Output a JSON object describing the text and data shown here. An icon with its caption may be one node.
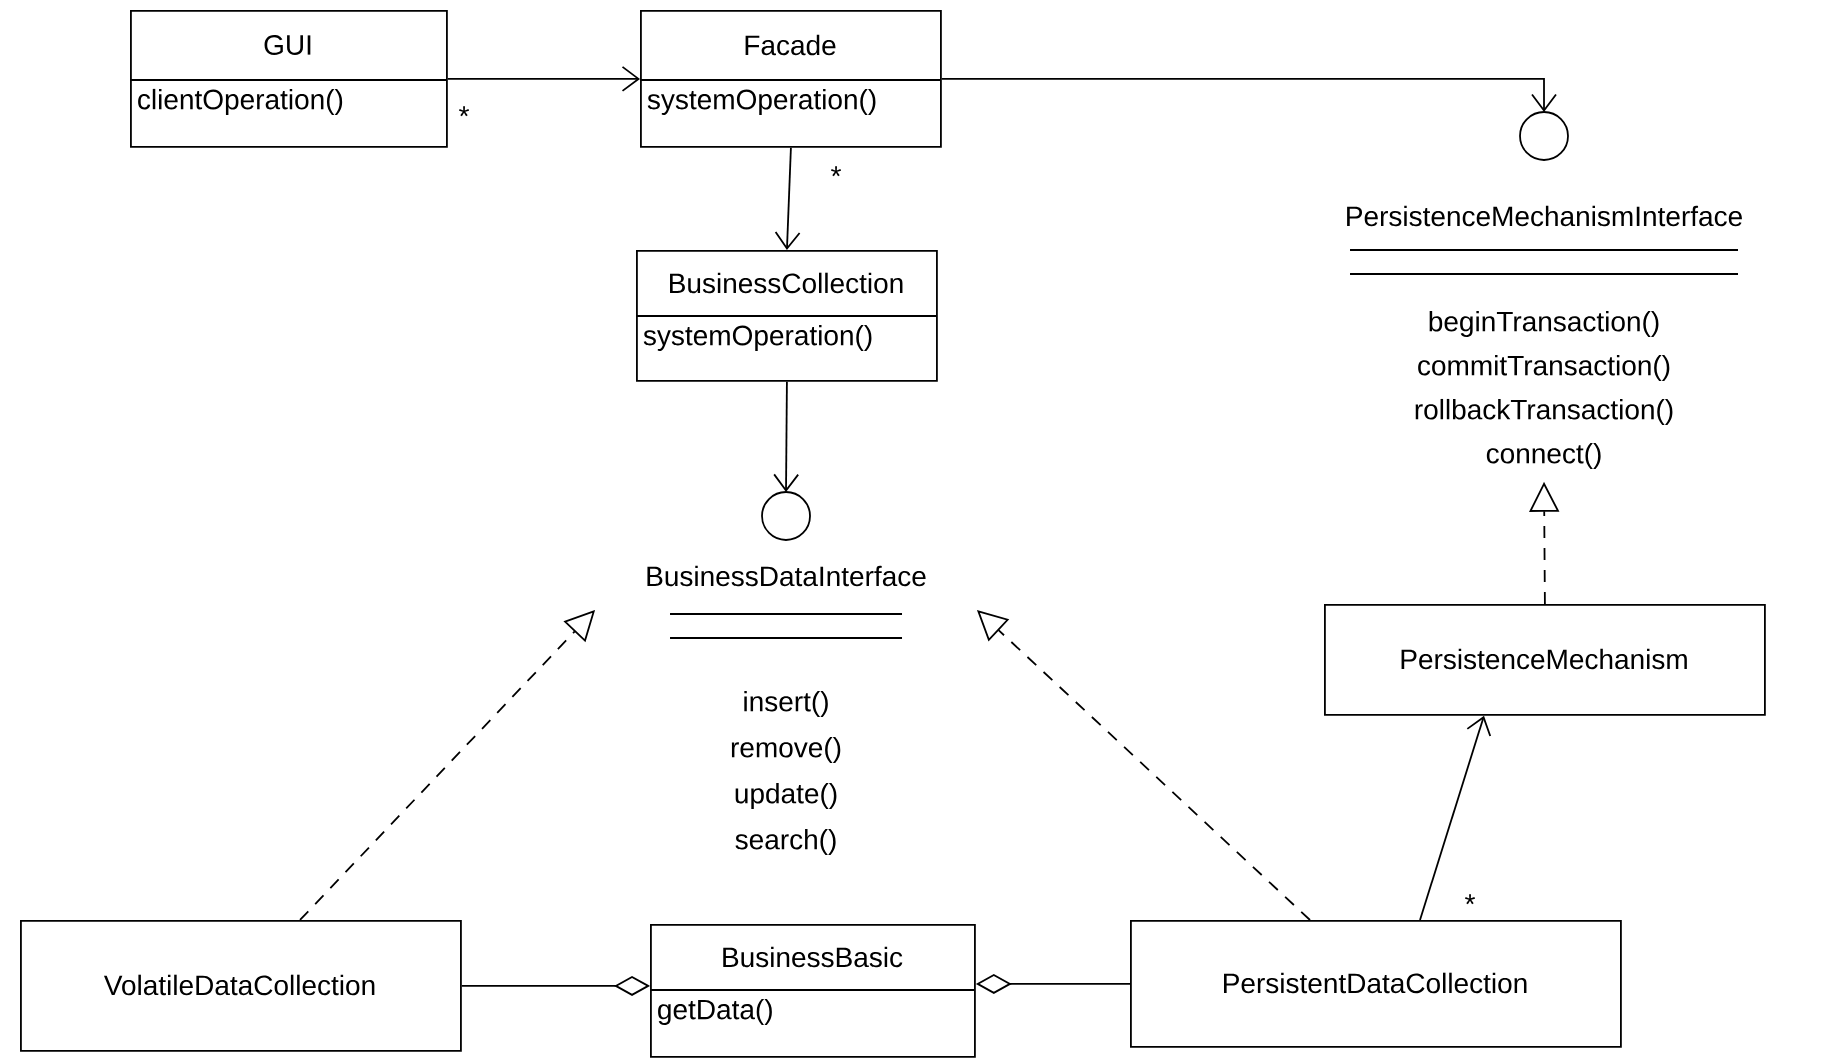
{
  "diagram": {
    "nodes": [
      {
        "text": [
          "GUI",
          "clientOperation()"
        ]
      },
      {
        "text": [
          "Facade",
          "systemOperation()"
        ]
      },
      {
        "text": [
          "BusinessCollection",
          "systemOperation()"
        ]
      },
      {
        "text": [
          "PersistenceMechanismInterface",
          "beginTransaction()",
          "commitTransaction()",
          "rollbackTransaction()",
          "connect()"
        ]
      },
      {
        "text": [
          "BusinessDataInterface",
          "insert()",
          "remove()",
          "update()",
          "search()"
        ]
      },
      {
        "text": [
          "PersistenceMechanism"
        ]
      },
      {
        "text": [
          "VolatileDataCollection"
        ]
      },
      {
        "text": [
          "BusinessBasic",
          "getData()"
        ]
      },
      {
        "text": [
          "PersistentDataCollection"
        ]
      }
    ],
    "edges": [
      {
        "from": 0,
        "to": 1,
        "arrow": "to",
        "label": "*"
      },
      {
        "from": 1,
        "to": 2,
        "arrow": "to",
        "label": "*"
      },
      {
        "from": 1,
        "to": 3,
        "arrow": "to"
      },
      {
        "from": 2,
        "to": 4,
        "arrow": "to"
      },
      {
        "from": 6,
        "to": 4,
        "arrow": "to",
        "style": "dashed"
      },
      {
        "from": 8,
        "to": 4,
        "arrow": "to",
        "style": "dashed"
      },
      {
        "from": 5,
        "to": 3,
        "arrow": "to",
        "style": "dashed"
      },
      {
        "from": 8,
        "to": 5,
        "arrow": "to",
        "label": "*"
      },
      {
        "from": 6,
        "to": 7,
        "arrow": "other"
      },
      {
        "from": 8,
        "to": 7,
        "arrow": "other"
      }
    ]
  }
}
